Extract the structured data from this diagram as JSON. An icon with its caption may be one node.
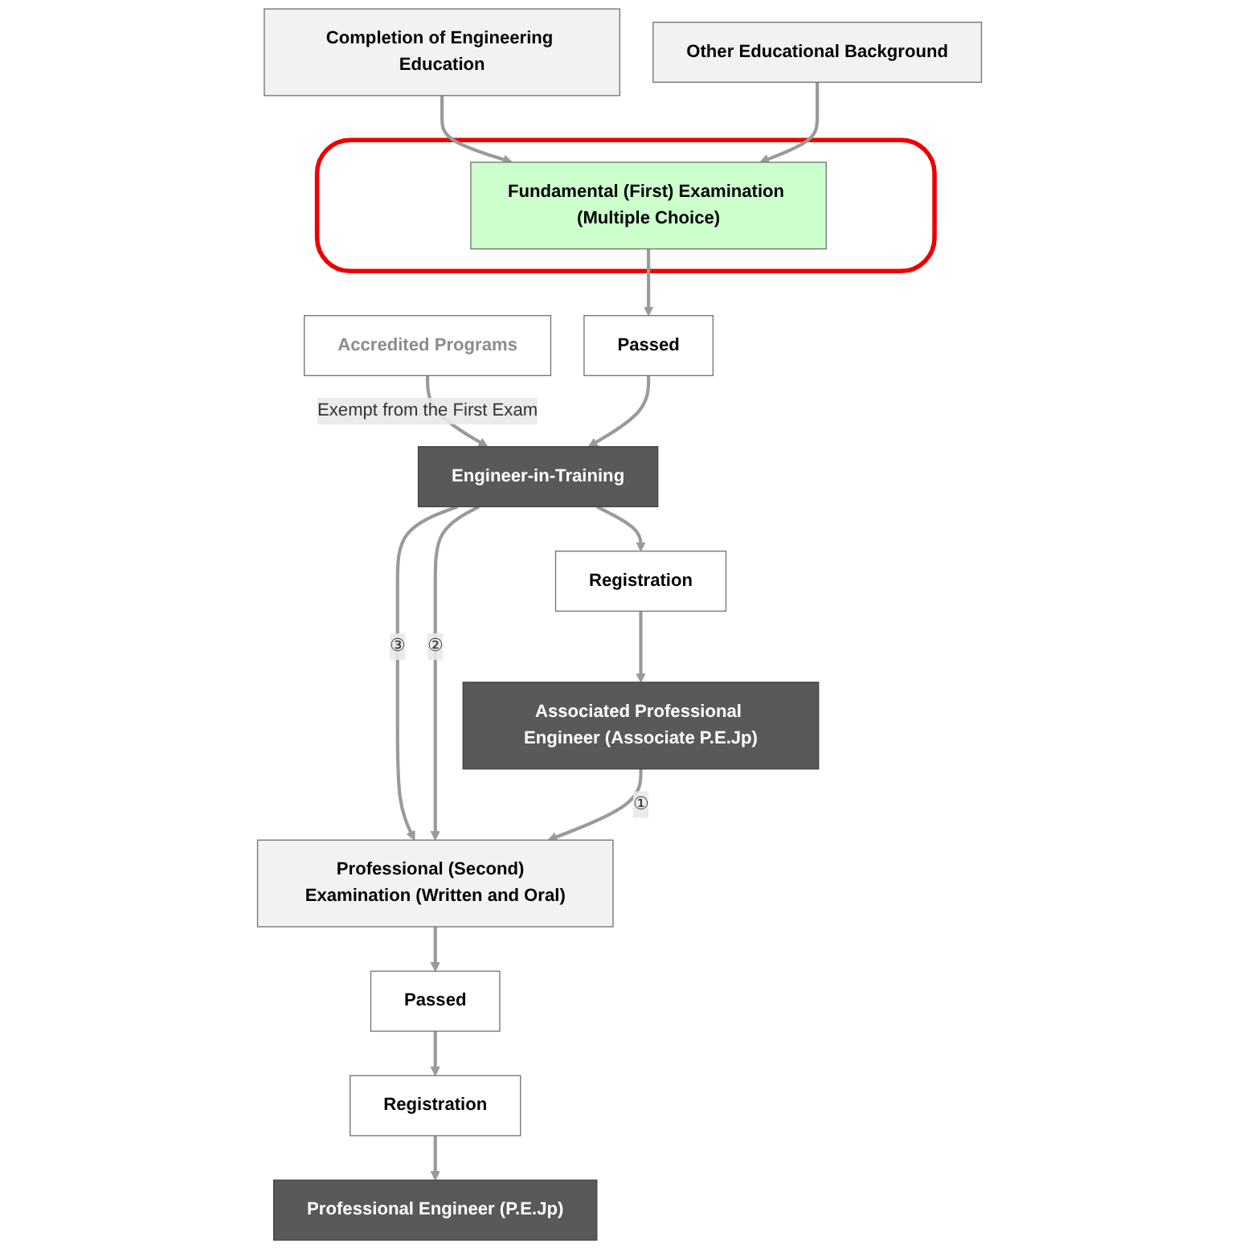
{
  "diagram": {
    "nodes": [
      {
        "text": [
          "Completion of Engineering Education"
        ]
      },
      {
        "text": [
          "Accredited Programs"
        ]
      },
      {
        "text": [
          "Other Educational Background"
        ]
      },
      {
        "text": [],
        "shape": "box"
      },
      {
        "text": [
          "Fundamental (First) Examination (Multiple Choice)"
        ],
        "in": 3
      },
      {
        "text": [
          "Passed"
        ]
      },
      {
        "text": [
          "Engineer-in-Training"
        ]
      },
      {
        "text": [
          "Registration"
        ]
      },
      {
        "text": [
          "Associated Professional Engineer (Associate P.E.Jp)"
        ]
      },
      {
        "text": [
          "Professional (Second)  Examination (Written and Oral)"
        ]
      },
      {
        "text": [
          "Passed"
        ]
      },
      {
        "text": [
          "Registration"
        ]
      },
      {
        "text": [
          "Professional Engineer (P.E.Jp)"
        ]
      }
    ],
    "edges": [
      {
        "from": 0,
        "to": 4,
        "arrow": "to"
      },
      {
        "from": 2,
        "to": 4,
        "arrow": "to"
      },
      {
        "from": 4,
        "to": 5,
        "arrow": "to"
      },
      {
        "from": 1,
        "to": 6,
        "arrow": "to",
        "label": "Exempt from the First Exam"
      },
      {
        "from": 5,
        "to": 6,
        "arrow": "to"
      },
      {
        "from": 6,
        "to": 7,
        "arrow": "to"
      },
      {
        "from": 7,
        "to": 8,
        "arrow": "to"
      },
      {
        "from": 6,
        "to": 9,
        "arrow": "to",
        "label": "③"
      },
      {
        "from": 6,
        "to": 9,
        "arrow": "to",
        "label": "②"
      },
      {
        "from": 8,
        "to": 9,
        "arrow": "to",
        "label": "①"
      },
      {
        "from": 9,
        "to": 10,
        "arrow": "to"
      },
      {
        "from": 10,
        "to": 11,
        "arrow": "to"
      },
      {
        "from": 11,
        "to": 12,
        "arrow": "to"
      }
    ]
  }
}
